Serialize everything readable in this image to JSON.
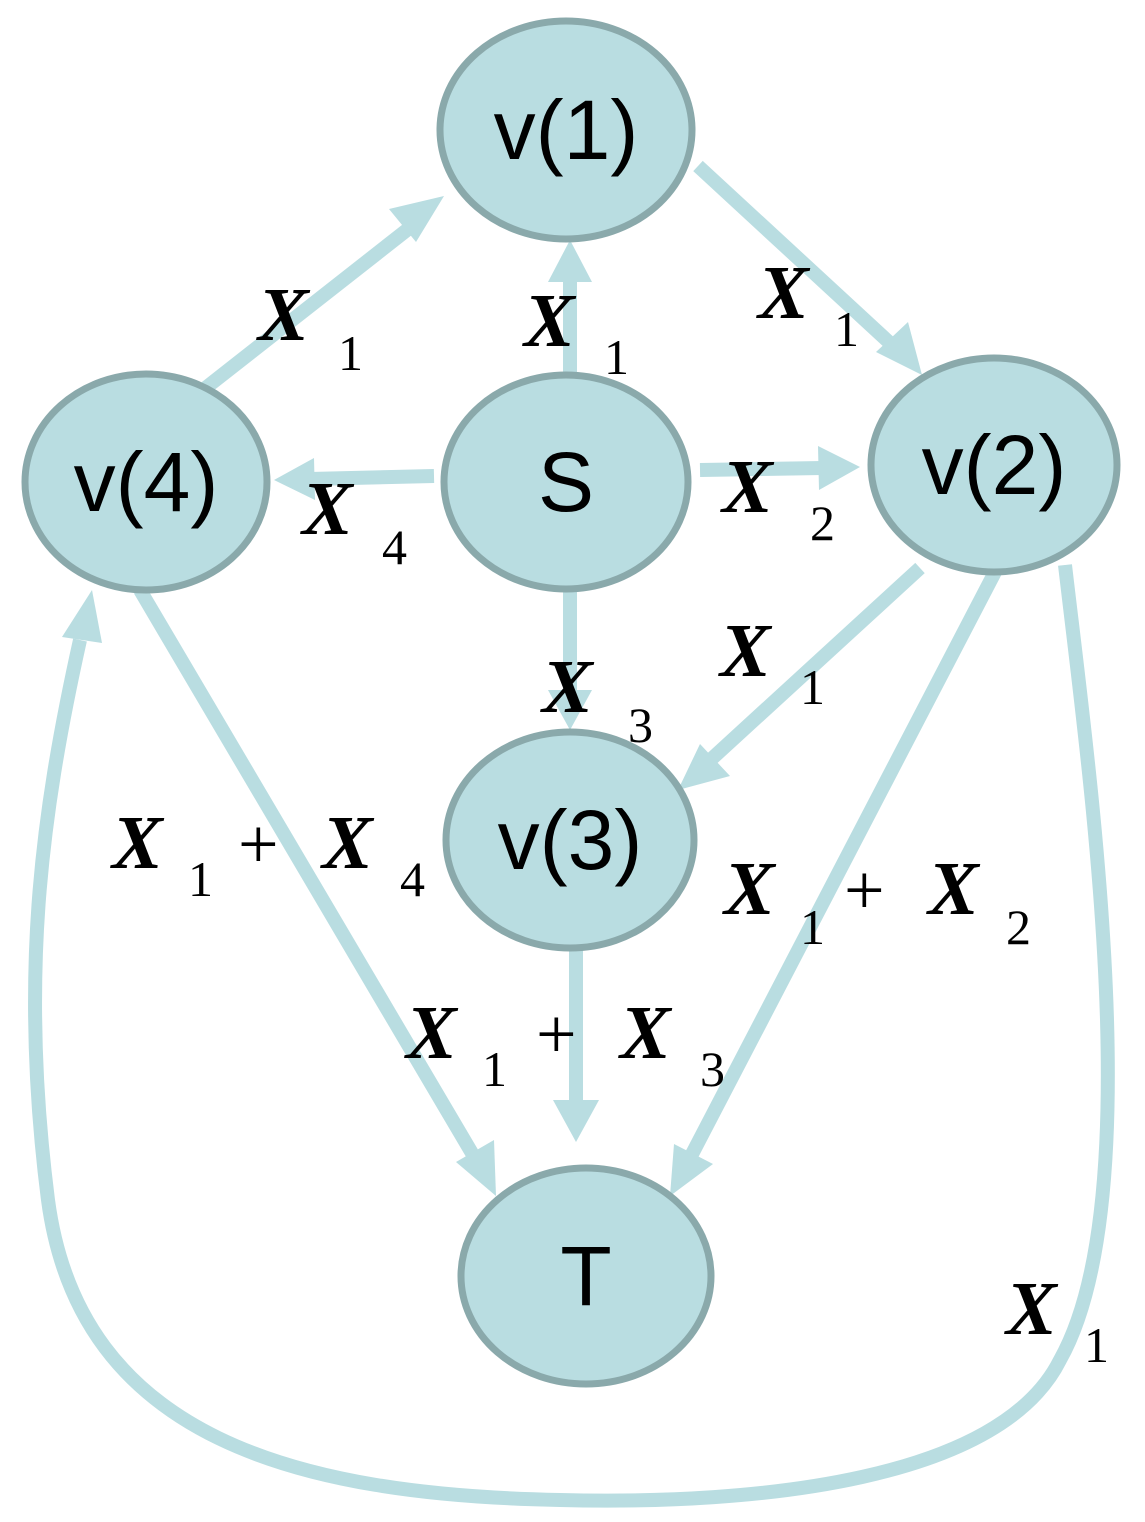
{
  "colors": {
    "node_fill": "#b9dde1",
    "node_stroke": "#8aa9ab",
    "edge": "#b9dde1",
    "text": "#000000"
  },
  "nodes": {
    "v1": "v(1)",
    "v2": "v(2)",
    "v3": "v(3)",
    "v4": "v(4)",
    "s": "S",
    "t": "T"
  },
  "edges": {
    "v4_v1": {
      "var1": "X",
      "sub1": "1"
    },
    "s_v1": {
      "var1": "X",
      "sub1": "1"
    },
    "v1_v2": {
      "var1": "X",
      "sub1": "1"
    },
    "s_v4": {
      "var1": "X",
      "sub1": "4"
    },
    "s_v2": {
      "var1": "X",
      "sub1": "2"
    },
    "s_v3": {
      "var1": "X",
      "sub1": "3"
    },
    "v2_v3": {
      "var1": "X",
      "sub1": "1"
    },
    "v4_t": {
      "var1": "X",
      "sub1": "1",
      "op": "+",
      "var2": "X",
      "sub2": "4"
    },
    "v2_t": {
      "var1": "X",
      "sub1": "1",
      "op": "+",
      "var2": "X",
      "sub2": "2"
    },
    "v3_t": {
      "var1": "X",
      "sub1": "1",
      "op": "+",
      "var2": "X",
      "sub2": "3"
    },
    "v2_v4": {
      "var1": "X",
      "sub1": "1"
    }
  }
}
